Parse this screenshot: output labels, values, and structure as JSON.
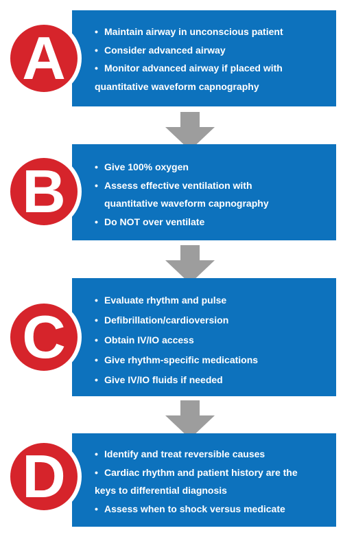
{
  "steps": [
    {
      "letter": "A",
      "items": [
        "Maintain airway in unconscious patient",
        "Consider advanced airway",
        "Monitor advanced airway if placed with",
        "quantitative waveform capnography"
      ]
    },
    {
      "letter": "B",
      "items": [
        "Give 100% oxygen",
        "Assess effective ventilation with",
        "quantitative waveform capnography",
        "Do NOT over ventilate"
      ]
    },
    {
      "letter": "C",
      "items": [
        "Evaluate rhythm and pulse",
        "Defibrillation/cardioversion",
        "Obtain IV/IO access",
        "Give rhythm-specific medications",
        "Give IV/IO fluids if needed"
      ]
    },
    {
      "letter": "D",
      "items": [
        "Identify and treat reversible causes",
        "Cardiac rhythm and patient history are the",
        "keys to differential diagnosis",
        "Assess when to shock versus medicate"
      ]
    }
  ],
  "colors": {
    "box": "#0d72bd",
    "circle": "#d6242b",
    "arrow": "#9d9d9d"
  }
}
